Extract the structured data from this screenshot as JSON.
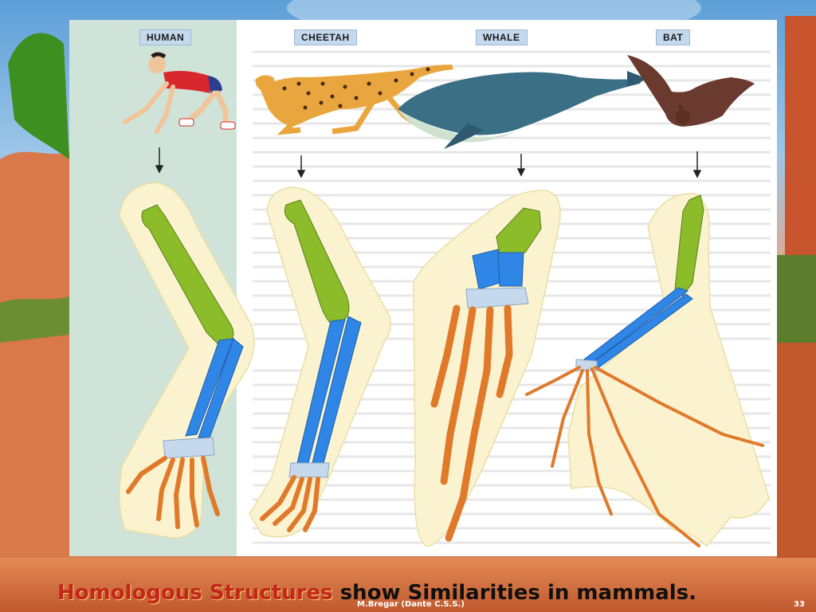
{
  "slide": {
    "page_number": "33",
    "credit": "M.Bregar (Dante C.S.S.)",
    "caption_highlight": "Homologous Structures",
    "caption_rest": "show Similarities in mammals."
  },
  "diagram": {
    "labels": {
      "human": "HUMAN",
      "cheetah": "CHEETAH",
      "whale": "WHALE",
      "bat": "BAT"
    }
  },
  "colors": {
    "humerus": "#8cbc2a",
    "radius_ulna": "#2f86e6",
    "carpals": "#c6d8ec",
    "phalanges": "#e07a2a",
    "limb_outline": "#fbf3d0",
    "label_bg": "#c4d9ee",
    "caption_highlight": "#c4261c"
  }
}
